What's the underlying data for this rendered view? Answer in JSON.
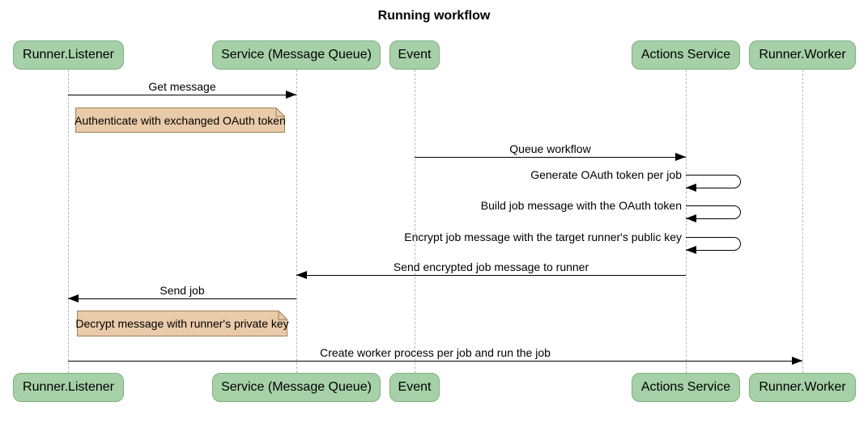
{
  "title": "Running workflow",
  "colors": {
    "background": "#ffffff",
    "actor_fill": "#a6d1a8",
    "actor_border": "#81ae81",
    "note_fill": "#e9cbaa",
    "note_border": "#a08058",
    "lifeline": "#b8b8b8",
    "arrow": "#000000",
    "text": "#000000"
  },
  "actors": [
    {
      "label": "Runner.Listener"
    },
    {
      "label": "Service (Message Queue)"
    },
    {
      "label": "Event"
    },
    {
      "label": "Actions Service"
    },
    {
      "label": "Runner.Worker"
    }
  ],
  "messages": [
    {
      "label": "Get message",
      "from": "Runner.Listener",
      "to": "Service (Message Queue)",
      "type": "solid"
    },
    {
      "label": "Queue workflow",
      "from": "Event",
      "to": "Actions Service",
      "type": "solid"
    },
    {
      "label": "Generate OAuth token per job",
      "from": "Actions Service",
      "to": "Actions Service",
      "type": "self"
    },
    {
      "label": "Build job message with the OAuth token",
      "from": "Actions Service",
      "to": "Actions Service",
      "type": "self"
    },
    {
      "label": "Encrypt job message with the target runner's public key",
      "from": "Actions Service",
      "to": "Actions Service",
      "type": "self"
    },
    {
      "label": "Send encrypted job message to runner",
      "from": "Actions Service",
      "to": "Service (Message Queue)",
      "type": "solid"
    },
    {
      "label": "Send job",
      "from": "Service (Message Queue)",
      "to": "Runner.Listener",
      "type": "solid"
    },
    {
      "label": "Create worker process per job and run the job",
      "from": "Runner.Listener",
      "to": "Runner.Worker",
      "type": "solid"
    }
  ],
  "notes": [
    {
      "label": "Authenticate with exchanged OAuth token",
      "position": "right of Runner.Listener"
    },
    {
      "label": "Decrypt message with runner's private key",
      "position": "right of Runner.Listener"
    }
  ]
}
